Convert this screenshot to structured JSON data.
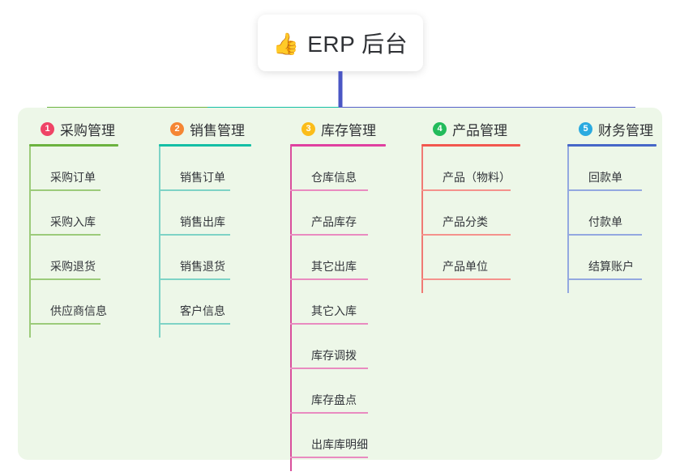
{
  "title": {
    "emoji": "👍",
    "emoji_name": "thumbs-up-icon",
    "text": "ERP 后台"
  },
  "colors": {
    "panel_bg": "#edf7e8",
    "stem_center": "#4a56c4",
    "bar_left": "#6cb33f",
    "bar_mid": "#14bfa5",
    "bar_right": "#5561c9"
  },
  "columns": [
    {
      "number": "1",
      "title": "采购管理",
      "badge_color": "#ef4466",
      "rule_color": "#6cb33f",
      "item_rule_color": "#9ccb7a",
      "spine_color": "#9ccb7a",
      "drop_color": "#6cb33f",
      "items": [
        "采购订单",
        "采购入库",
        "采购退货",
        "供应商信息"
      ]
    },
    {
      "number": "2",
      "title": "销售管理",
      "badge_color": "#f58634",
      "rule_color": "#14bfa5",
      "item_rule_color": "#7ed3c6",
      "spine_color": "#7ed3c6",
      "drop_color": "#14bfa5",
      "items": [
        "销售订单",
        "销售出库",
        "销售退货",
        "客户信息"
      ]
    },
    {
      "number": "3",
      "title": "库存管理",
      "badge_color": "#fbbd1a",
      "rule_color": "#e040a0",
      "item_rule_color": "#e98bc0",
      "spine_color": "#d94f9c",
      "drop_color": "#e8499d",
      "items": [
        "仓库信息",
        "产品库存",
        "其它出库",
        "其它入库",
        "库存调拨",
        "库存盘点",
        "出库库明细"
      ]
    },
    {
      "number": "4",
      "title": "产品管理",
      "badge_color": "#22bb5b",
      "rule_color": "#f2574f",
      "item_rule_color": "#f5928c",
      "spine_color": "#f07a74",
      "drop_color": "#f2574f",
      "items": [
        "产品（物料）",
        "产品分类",
        "产品单位"
      ]
    },
    {
      "number": "5",
      "title": "财务管理",
      "badge_color": "#2aaae0",
      "rule_color": "#4667c8",
      "item_rule_color": "#93a8e0",
      "spine_color": "#93a8e0",
      "drop_color": "#4667c8",
      "items": [
        "回款单",
        "付款单",
        "结算账户"
      ]
    }
  ]
}
